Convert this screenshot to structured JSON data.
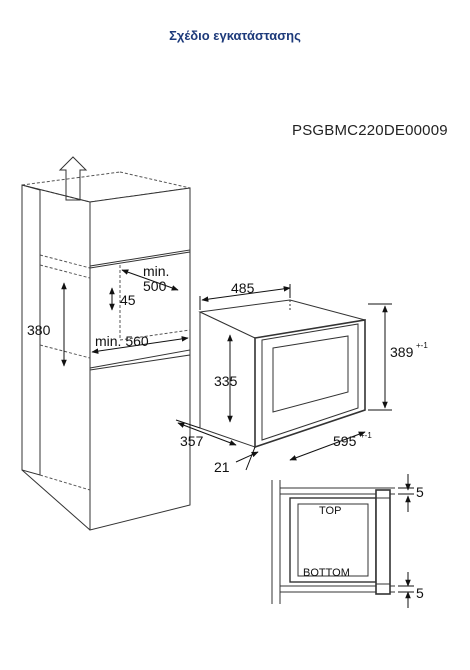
{
  "header": {
    "title": "Σχέδιο εγκατάστασης",
    "code": "PSGBMC220DE00009"
  },
  "cabinet": {
    "dim_min_500_a": "min.",
    "dim_min_500_b": "500",
    "dim_45": "45",
    "dim_380": "380",
    "dim_min_560": "min. 560"
  },
  "appliance": {
    "dim_485": "485",
    "dim_389": "389",
    "dim_389_tol": "+-1",
    "dim_335": "335",
    "dim_357": "357",
    "dim_595": "595",
    "dim_595_tol": "+-1",
    "dim_21": "21"
  },
  "section": {
    "top_label": "TOP",
    "bottom_label": "BOTTOM",
    "dim_top": "5",
    "dim_bottom": "5"
  }
}
